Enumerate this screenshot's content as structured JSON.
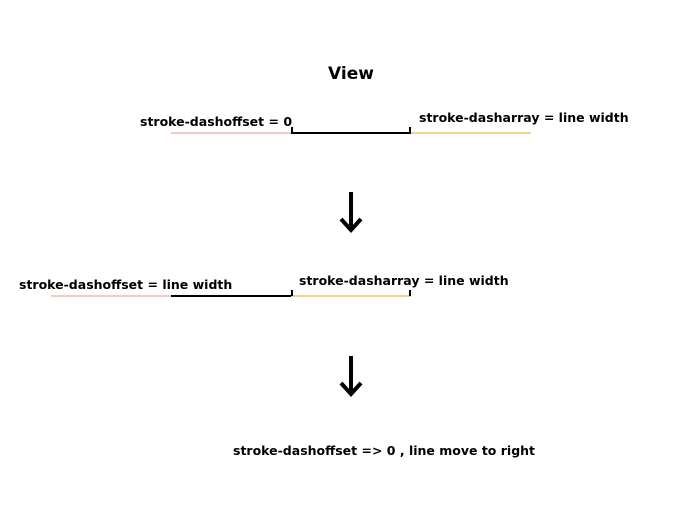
{
  "title": "View",
  "step1": {
    "offset_label": "stroke-dashoffset = 0",
    "dasharray_label": "stroke-dasharray = line width"
  },
  "step2": {
    "offset_label": "stroke-dashoffset = line width",
    "dasharray_label": "stroke-dasharray = line width"
  },
  "result_label": "stroke-dashoffset => 0 , line move to right",
  "colors": {
    "offset_segment": "#f9c8c8",
    "visible_segment": "#000000",
    "dasharray_segment": "#f8d28c"
  },
  "icons": {
    "arrow": "down-arrow-icon"
  }
}
